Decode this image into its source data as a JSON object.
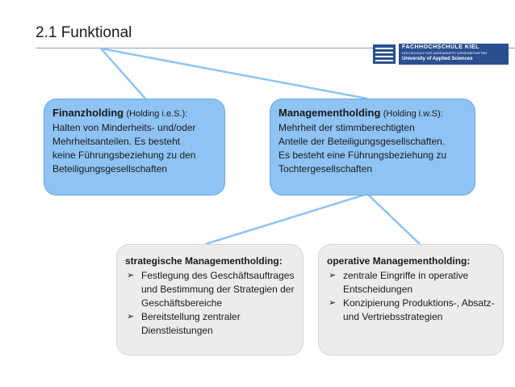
{
  "slide": {
    "title": "2.1 Funktional"
  },
  "logo": {
    "line1": "FACHHOCHSCHULE KIEL",
    "line2": "HOCHSCHULE FÜR ANGEWANDTE WISSENSCHAFTEN",
    "line3": "University of Applied Sciences"
  },
  "finanzholding": {
    "heading": "Finanzholding",
    "subheading": "(Holding i.e.S.):",
    "lines": [
      "Halten von Minderheits- und/oder",
      "Mehrheitsanteilen. Es besteht",
      "keine Führungsbeziehung zu den",
      "Beteiligungsgesellschaften"
    ]
  },
  "managementholding": {
    "heading": "Managementholding",
    "subheading": "(Holding i.w.S):",
    "lines": [
      "Mehrheit der stimmberechtigten",
      "Anteile der Beteiligungsgesellschaften.",
      "Es besteht eine Führungsbeziehung zu",
      "Tochtergesellschaften"
    ]
  },
  "strategisch": {
    "heading": "strategische Managementholding:",
    "items": [
      "Festlegung des Geschäftsauftrages und Bestimmung der Strategien der Geschäftsbereiche",
      "Bereitstellung zentraler Dienstleistungen"
    ]
  },
  "operativ": {
    "heading": "operative Managementholding:",
    "items": [
      "zentrale Eingriffe in operative Entscheidungen",
      "Konzipierung Produktions-, Absatz- und Vertriebsstrategien"
    ]
  },
  "colors": {
    "blue_box": "#8ec3f3",
    "gray_box": "#ececec",
    "connector": "#8ec3f3"
  }
}
